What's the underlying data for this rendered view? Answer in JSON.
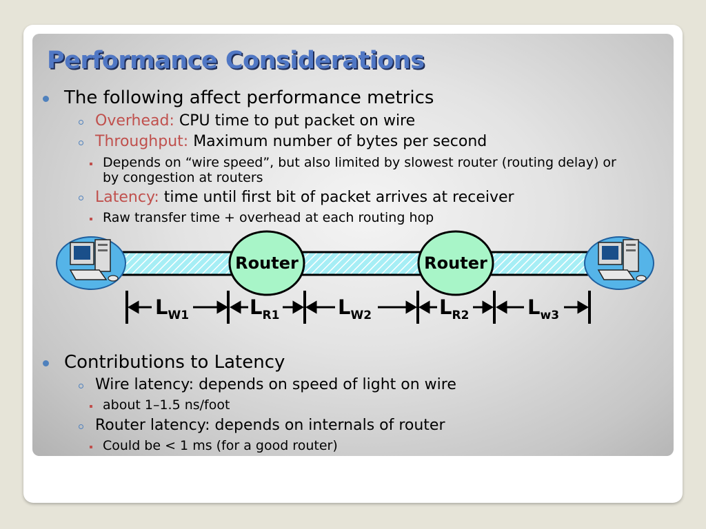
{
  "slide": {
    "title": "Performance Considerations",
    "section1": {
      "heading": "The following affect performance metrics",
      "items": [
        {
          "term": "Overhead:",
          "text": " CPU time to put packet on wire"
        },
        {
          "term": "Throughput:",
          "text": " Maximum number of bytes per second",
          "sub": [
            "Depends on “wire speed”, but also limited by slowest router (routing delay) or",
            "by congestion at routers"
          ]
        },
        {
          "term": "Latency:",
          "text": " time until first bit of packet arrives at receiver",
          "sub": [
            "Raw transfer time + overhead at each routing hop"
          ]
        }
      ]
    },
    "diagram": {
      "router_labels": [
        "Router",
        "Router"
      ],
      "segments": [
        {
          "main": "L",
          "sub": "W1"
        },
        {
          "main": "L",
          "sub": "R1"
        },
        {
          "main": "L",
          "sub": "W2"
        },
        {
          "main": "L",
          "sub": "R2"
        },
        {
          "main": "L",
          "sub": "w3"
        }
      ],
      "icons": [
        "computer-icon",
        "computer-icon"
      ],
      "colors": {
        "wire": "#9fe8f0",
        "router": "#a8f5c8"
      }
    },
    "section2": {
      "heading": "Contributions to Latency",
      "items": [
        {
          "text": "Wire latency: depends on speed of light on wire",
          "sub": [
            "about 1–1.5 ns/foot"
          ]
        },
        {
          "text": "Router latency: depends on internals of router",
          "sub": [
            "Could be < 1 ms (for a good router)"
          ]
        }
      ]
    }
  }
}
